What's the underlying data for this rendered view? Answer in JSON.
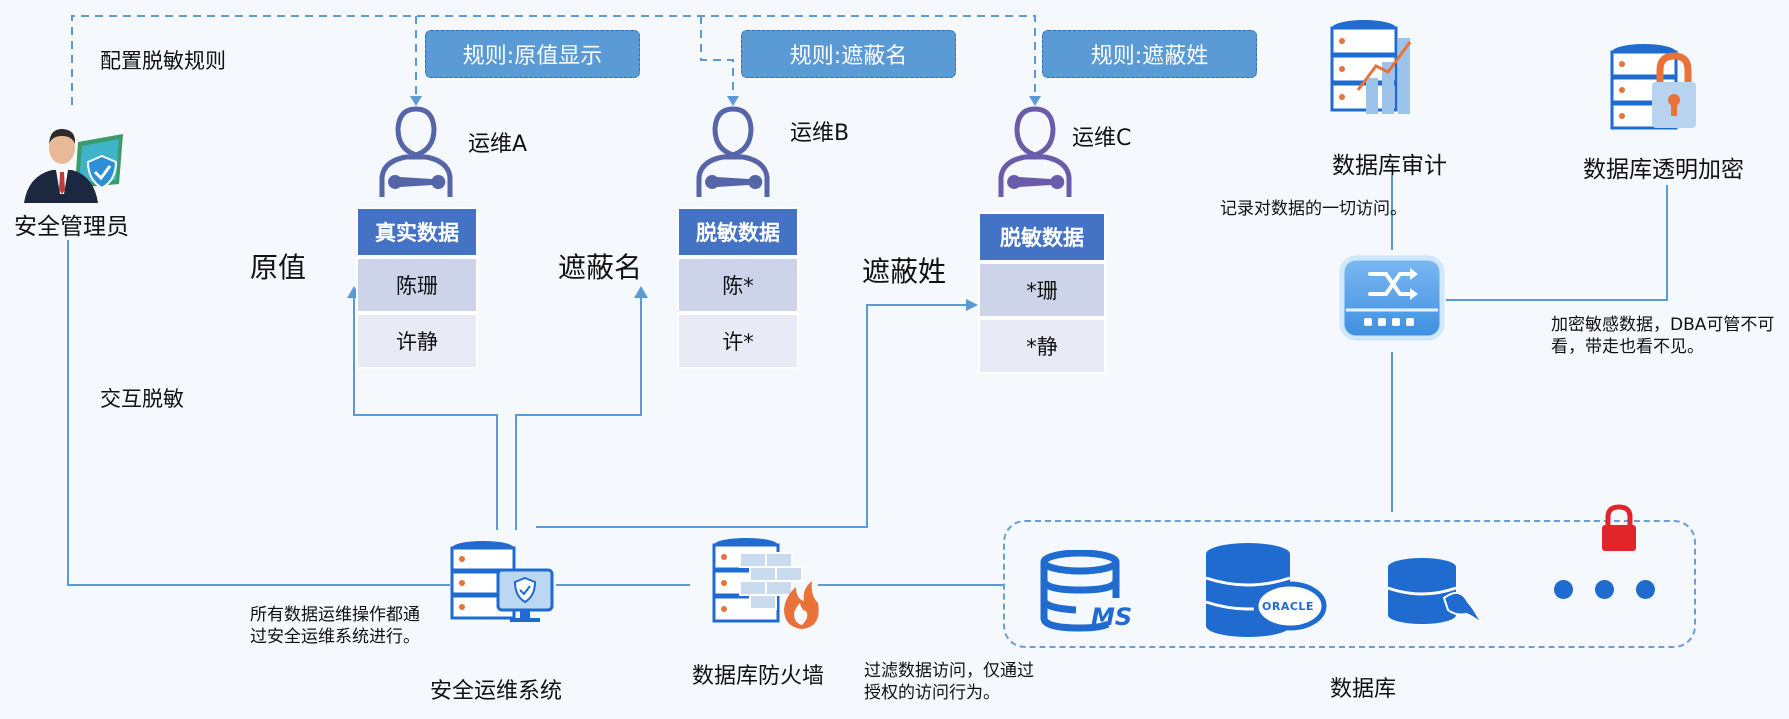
{
  "admin": {
    "label": "安全管理员",
    "config_rules": "配置脱敏规则",
    "interactive_masking": "交互脱敏"
  },
  "rules": [
    "规则:原值显示",
    "规则:遮蔽名",
    "规则:遮蔽姓"
  ],
  "operators": [
    {
      "name": "运维A",
      "mode": "原值",
      "table_header": "真实数据",
      "rows": [
        "陈珊",
        "许静"
      ]
    },
    {
      "name": "运维B",
      "mode": "遮蔽名",
      "table_header": "脱敏数据",
      "rows": [
        "陈*",
        "许*"
      ]
    },
    {
      "name": "运维C",
      "mode": "遮蔽姓",
      "table_header": "脱敏数据",
      "rows": [
        "*珊",
        "*静"
      ]
    }
  ],
  "ops_system": {
    "label": "安全运维系统",
    "note": "所有数据运维操作都通过安全运维系统进行。"
  },
  "firewall": {
    "label": "数据库防火墙",
    "note": "过滤数据访问，仅通过授权的访问行为。"
  },
  "audit": {
    "label": "数据库审计",
    "note": "记录对数据的一切访问。"
  },
  "encryption": {
    "label": "数据库透明加密",
    "note": "加密敏感数据，DBA可管不可看，带走也看不见。"
  },
  "database": {
    "label": "数据库",
    "ms_text": "MS",
    "oracle_text": "ORACLE"
  },
  "colors": {
    "line": "#5b9bd5",
    "dashed": "#5b9bd5",
    "db_blue": "#1f6bd0",
    "header_blue": "#4472c4",
    "lock_red": "#e0262b"
  }
}
